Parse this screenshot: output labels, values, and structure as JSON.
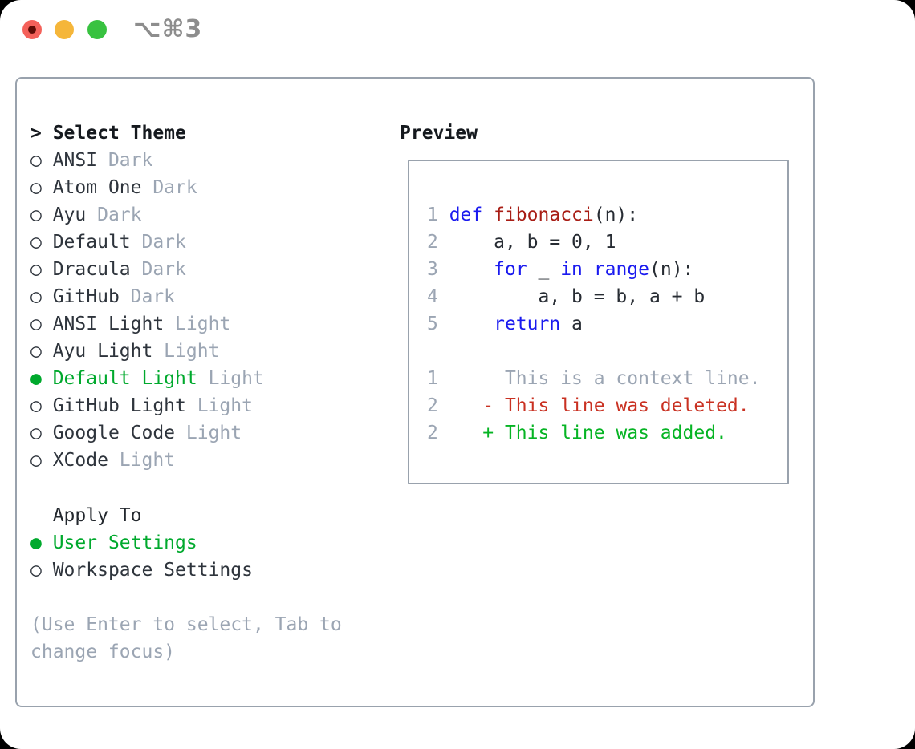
{
  "window": {
    "title": "⌥⌘3",
    "traffic_lights": {
      "close": "red",
      "minimize": "yellow",
      "zoom": "green"
    }
  },
  "icons": {
    "radio_unselected": "○",
    "radio_selected": "●",
    "cursor_prefix": ">"
  },
  "theme_panel": {
    "header": {
      "prefix": "> ",
      "label": "Select Theme"
    },
    "items": [
      {
        "name": "ANSI",
        "variant": "Dark",
        "selected": false
      },
      {
        "name": "Atom One",
        "variant": "Dark",
        "selected": false
      },
      {
        "name": "Ayu",
        "variant": "Dark",
        "selected": false
      },
      {
        "name": "Default",
        "variant": "Dark",
        "selected": false
      },
      {
        "name": "Dracula",
        "variant": "Dark",
        "selected": false
      },
      {
        "name": "GitHub",
        "variant": "Dark",
        "selected": false
      },
      {
        "name": "ANSI Light",
        "variant": "Light",
        "selected": false
      },
      {
        "name": "Ayu Light",
        "variant": "Light",
        "selected": false
      },
      {
        "name": "Default Light",
        "variant": "Light",
        "selected": true
      },
      {
        "name": "GitHub Light",
        "variant": "Light",
        "selected": false
      },
      {
        "name": "Google Code",
        "variant": "Light",
        "selected": false
      },
      {
        "name": "XCode",
        "variant": "Light",
        "selected": false
      }
    ],
    "apply_to": {
      "label": "  Apply To",
      "options": [
        {
          "name": "User Settings",
          "selected": true
        },
        {
          "name": "Workspace Settings",
          "selected": false
        }
      ]
    },
    "hint": "(Use Enter to select, Tab to change focus)"
  },
  "preview": {
    "header": "Preview",
    "code_lines": [
      {
        "num": "1",
        "segments": [
          {
            "text": "def",
            "color": "keyword"
          },
          {
            "text": " "
          },
          {
            "text": "fibonacci",
            "color": "function"
          },
          {
            "text": "(n):"
          }
        ]
      },
      {
        "num": "2",
        "segments": [
          {
            "text": "    a, b = 0, 1"
          }
        ]
      },
      {
        "num": "3",
        "segments": [
          {
            "text": "    "
          },
          {
            "text": "for",
            "color": "keyword"
          },
          {
            "text": " _ "
          },
          {
            "text": "in",
            "color": "keyword"
          },
          {
            "text": " "
          },
          {
            "text": "range",
            "color": "keyword"
          },
          {
            "text": "(n):"
          }
        ]
      },
      {
        "num": "4",
        "segments": [
          {
            "text": "        a, b = b, a + b"
          }
        ]
      },
      {
        "num": "5",
        "segments": [
          {
            "text": "    "
          },
          {
            "text": "return",
            "color": "keyword"
          },
          {
            "text": " a"
          }
        ]
      },
      {
        "num": "",
        "segments": []
      },
      {
        "num": "1",
        "segments": [
          {
            "text": "     This is a context line.",
            "color": "context"
          }
        ]
      },
      {
        "num": "2",
        "segments": [
          {
            "text": "   "
          },
          {
            "text": "- This line was deleted.",
            "color": "deleted"
          }
        ]
      },
      {
        "num": "2",
        "segments": [
          {
            "text": "   "
          },
          {
            "text": "+ This line was added.",
            "color": "added"
          }
        ]
      }
    ]
  },
  "colors": {
    "keyword": "#1a1aef",
    "function": "#a81d15",
    "context": "#9ba5b3",
    "deleted": "#c93122",
    "added": "#06b424",
    "selected": "#00a92d",
    "muted": "#9ba5b3",
    "text": "#2e343c",
    "code_text": "#272c33",
    "border": "#99a2ad"
  }
}
